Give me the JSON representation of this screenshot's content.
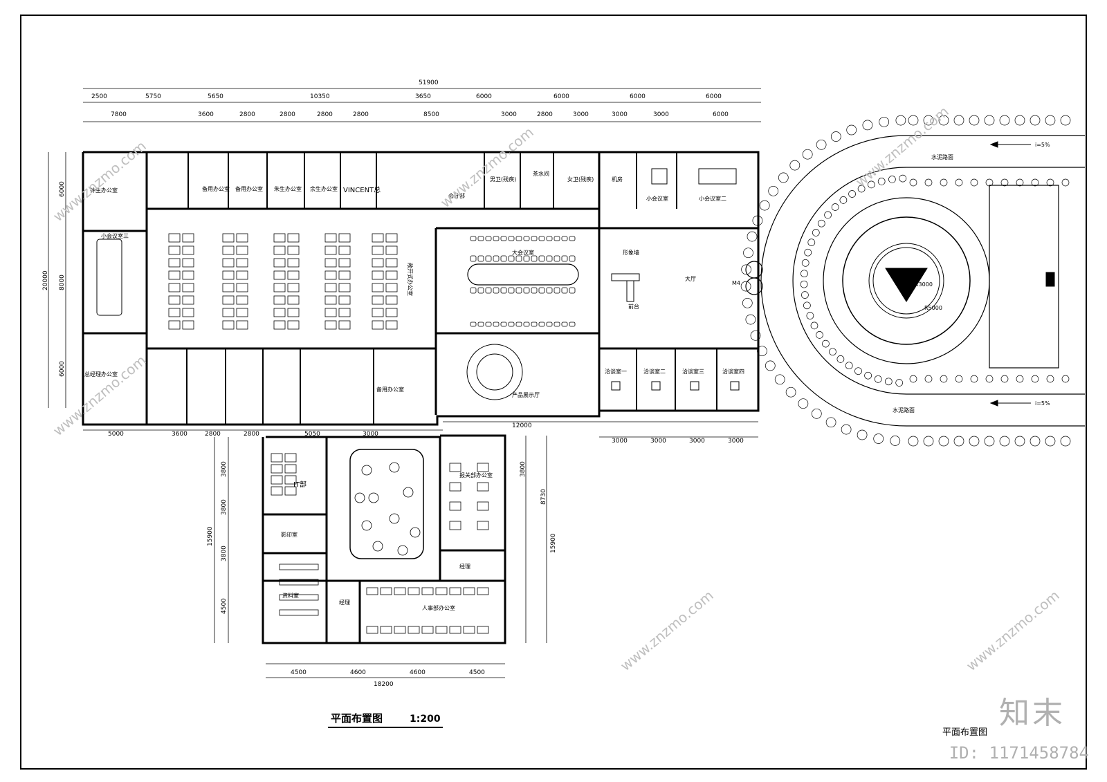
{
  "drawing_title": "平面布置图",
  "drawing_scale": "1:200",
  "subtitle": "平面布置图",
  "watermark_brand": "知末",
  "watermark_id": "ID: 1171458784",
  "watermark_url": "www.znzmo.com",
  "dims": {
    "total": "51900",
    "top_row1": [
      "2500",
      "5750",
      "5650",
      "10350",
      "3650",
      "6000",
      "6000",
      "6000",
      "6000"
    ],
    "top_row2": [
      "7800",
      "3600",
      "2800",
      "2800",
      "2800",
      "2800",
      "8500",
      "3000",
      "2800",
      "3000",
      "3000",
      "3000",
      "6000"
    ],
    "left_outer": [
      "6000",
      "8000",
      "6000"
    ],
    "left_total": "20000",
    "bottom_row1": [
      "5000",
      "3600",
      "2800",
      "2800",
      "5050",
      "3000"
    ],
    "right_block": [
      "12000",
      "3000",
      "3000",
      "3000",
      "3000"
    ],
    "lower_left": [
      "3800",
      "3800",
      "3800",
      "4500"
    ],
    "lower_total": "15900",
    "lower_bottom": [
      "4500",
      "4600",
      "4600",
      "4500"
    ],
    "lower_bottom_total": "18200",
    "right_lower": [
      "3800",
      "8730",
      "15900"
    ]
  },
  "rooms": {
    "a": "钟生办公室",
    "b": "备用办公室",
    "c": "朱生办公室",
    "d": "余生办公室",
    "e": "VINCENT总",
    "f": "会计部",
    "g": "男卫(残疾)",
    "h": "茶水间",
    "i": "女卫(残疾)",
    "j": "机房",
    "k": "小会议室",
    "l": "小会议室二",
    "m": "小会议室三",
    "n": "总经理办公室",
    "o": "敞开式办公室",
    "p": "大会议室",
    "q": "大厅",
    "r": "产品展示厅",
    "s": "洽谈室一",
    "t": "洽谈室二",
    "u": "洽谈室三",
    "v": "洽谈室四",
    "w": "IT部",
    "x": "影印室",
    "y": "资料室",
    "z": "经理",
    "aa": "人事部办公室",
    "bb": "报关部办公室",
    "cc": "备用办公室",
    "dd": "前台",
    "ee": "形象墙",
    "ff": "水泥路面",
    "gg": "i=5%",
    "hh": "R3000",
    "ii": "R5000",
    "jj": "M4"
  }
}
